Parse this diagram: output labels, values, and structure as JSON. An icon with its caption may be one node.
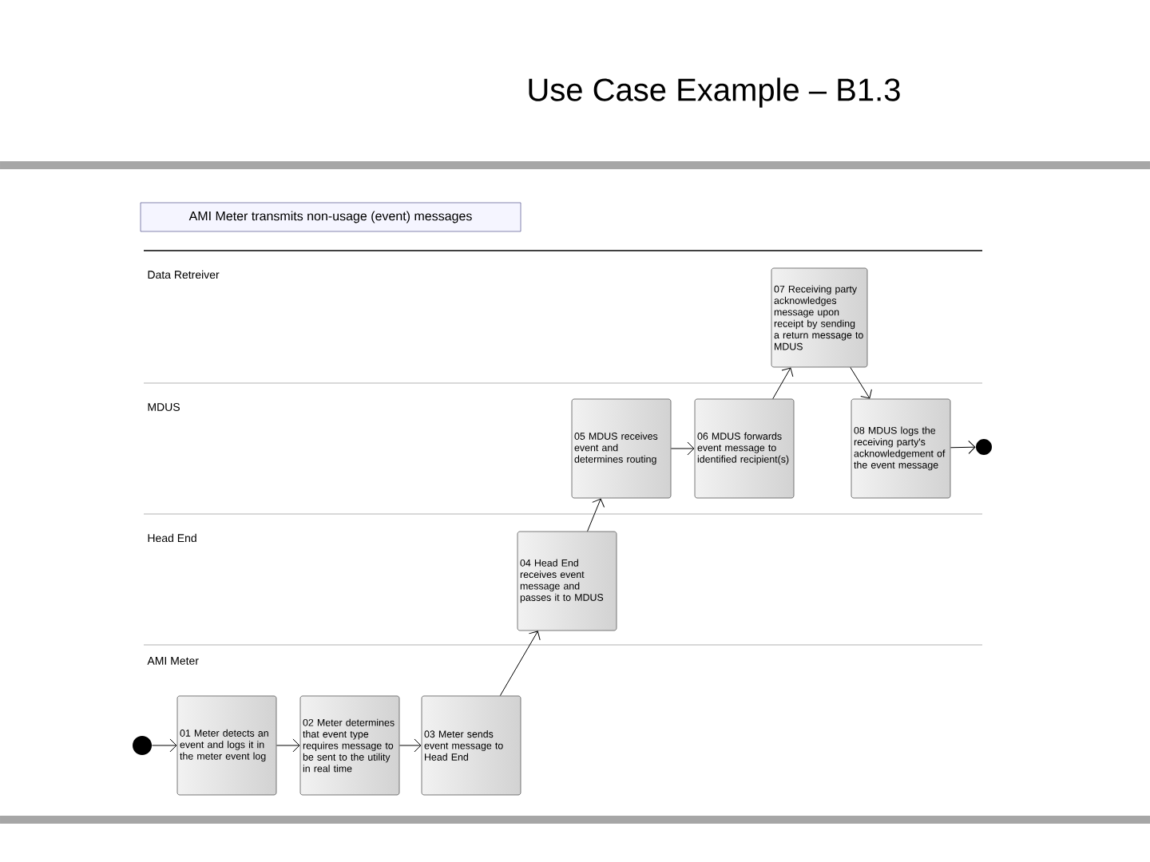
{
  "diagram": {
    "title": "Use Case Example – B1.3",
    "nodes": [
      {
        "text": [
          "AMI Meter transmits non-usage (event) messages"
        ]
      },
      {
        "text": [
          "07 Receiving party acknowledges message upon receipt by sending a return message to MDUS"
        ]
      },
      {
        "text": [
          "05 MDUS receives event and determines routing"
        ]
      },
      {
        "text": [
          "06 MDUS forwards event message to identified recipient(s)"
        ]
      },
      {
        "text": [
          "08 MDUS logs the receiving party's acknowledgement of the event message"
        ]
      },
      {
        "text": [],
        "shape": "circle"
      },
      {
        "text": [
          "04 Head End receives event message and passes it to MDUS"
        ]
      },
      {
        "text": [],
        "shape": "circle"
      },
      {
        "text": [
          "01 Meter detects an event and logs it in the meter event log"
        ]
      },
      {
        "text": [
          "02 Meter determines that event type requires message to be sent to the utility in real time"
        ]
      },
      {
        "text": [
          "03 Meter sends event message to Head End"
        ]
      }
    ],
    "edges": [
      {
        "from": 7,
        "to": 8,
        "arrow": "to"
      },
      {
        "from": 8,
        "to": 9,
        "arrow": "to"
      },
      {
        "from": 9,
        "to": 10,
        "arrow": "to"
      },
      {
        "from": 10,
        "to": 6,
        "arrow": "to"
      },
      {
        "from": 6,
        "to": 2,
        "arrow": "to"
      },
      {
        "from": 2,
        "to": 3,
        "arrow": "to"
      },
      {
        "from": 3,
        "to": 1,
        "arrow": "to"
      },
      {
        "from": 1,
        "to": 4,
        "arrow": "to"
      },
      {
        "from": 4,
        "to": 5,
        "arrow": "to"
      }
    ],
    "labels": [
      "Data Retreiver",
      "MDUS",
      "Head End",
      "AMI Meter"
    ]
  }
}
